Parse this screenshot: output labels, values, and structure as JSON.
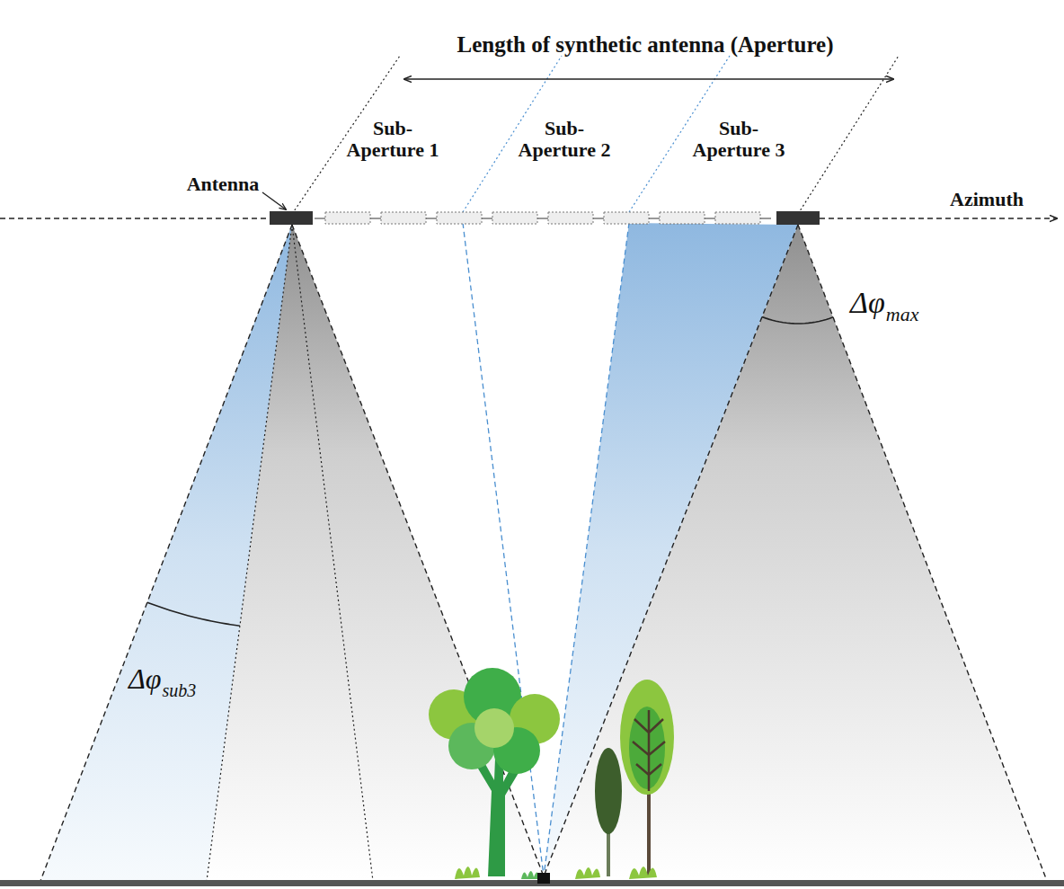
{
  "diagram": {
    "labels": [
      "Length of synthetic antenna (Aperture)",
      "Sub- Aperture 1",
      "Sub- Aperture 2",
      "Sub- Aperture 3",
      "Antenna",
      "Azimuth",
      "Δφ",
      "max",
      "Δφ",
      "sub3"
    ]
  }
}
